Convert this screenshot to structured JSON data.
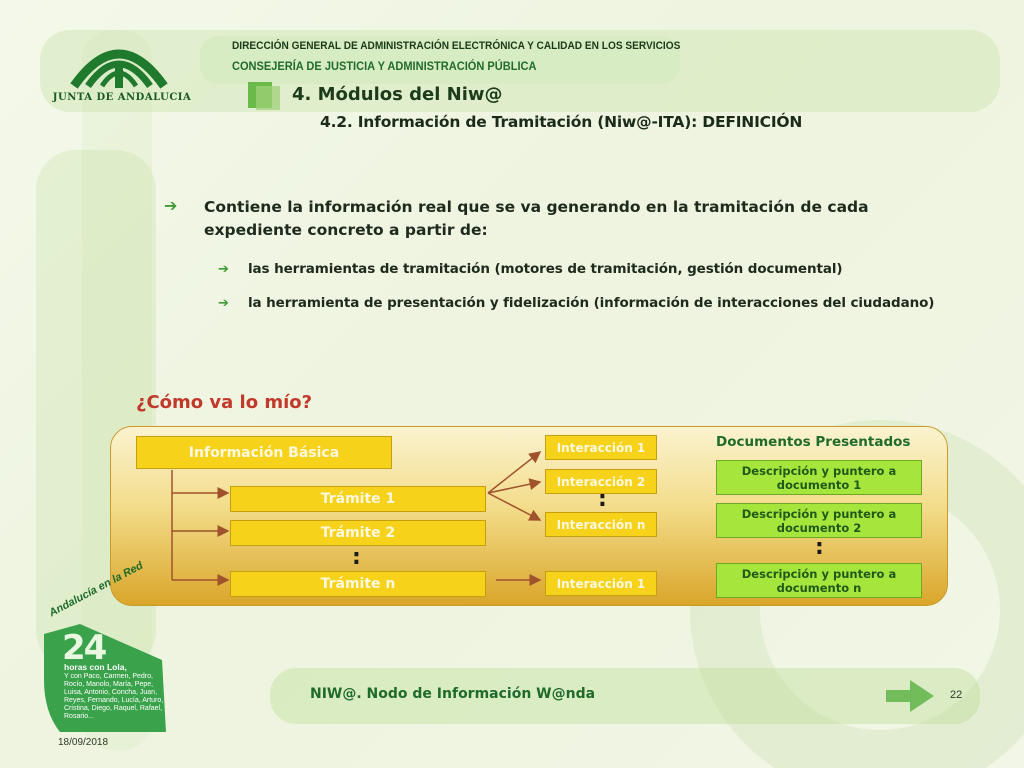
{
  "header": {
    "org_line1": "DIRECCIÓN GENERAL DE ADMINISTRACIÓN ELECTRÓNICA Y CALIDAD EN LOS SERVICIOS",
    "org_line2": "CONSEJERÍA DE JUSTICIA Y ADMINISTRACIÓN PÚBLICA",
    "logo_text": "JUNTA DE ANDALUCIA",
    "title": "4. Módulos del Niw@",
    "subtitle": "4.2.  Información de Tramitación (Niw@-ITA): DEFINICIÓN"
  },
  "content": {
    "main_bullet": "Contiene la información real que se va generando en la tramitación de cada expediente concreto a partir de:",
    "sub_bullets": [
      "las herramientas de tramitación (motores de tramitación, gestión documental)",
      "la herramienta de presentación y fidelización (información de interacciones del ciudadano)"
    ],
    "como_title": "¿Cómo va lo mío?"
  },
  "diagram": {
    "info_basica": "Información Básica",
    "tramites": [
      "Trámite 1",
      "Trámite 2",
      "Trámite n"
    ],
    "interacciones": [
      "Interacción 1",
      "Interacción 2",
      "Interacción n",
      "Interacción 1"
    ],
    "docs_title": "Documentos Presentados",
    "documentos": [
      "Descripción y puntero a documento 1",
      "Descripción y puntero a documento 2",
      "Descripción y puntero a documento n"
    ],
    "ellipsis": ":"
  },
  "badge": {
    "arc_text": "Andalucía en la Red",
    "number": "24",
    "horas": "horas con Lola,",
    "names": "Y con Paco, Carmen, Pedro, Rocío, Manolo, María, Pepe, Luisa, Antonio, Concha, Juan, Reyes, Fernando, Lucía, Arturo, Cristina, Diego, Raquel, Rafael, Rosario..."
  },
  "footer": {
    "text": "NIW@. Nodo de Información W@nda",
    "page": "22",
    "date": "18/09/2018"
  },
  "colors": {
    "accent_green": "#3f9a35",
    "title_red": "#c0392b",
    "yellow_box": "#f7d21a",
    "green_box": "#a6e63c"
  }
}
